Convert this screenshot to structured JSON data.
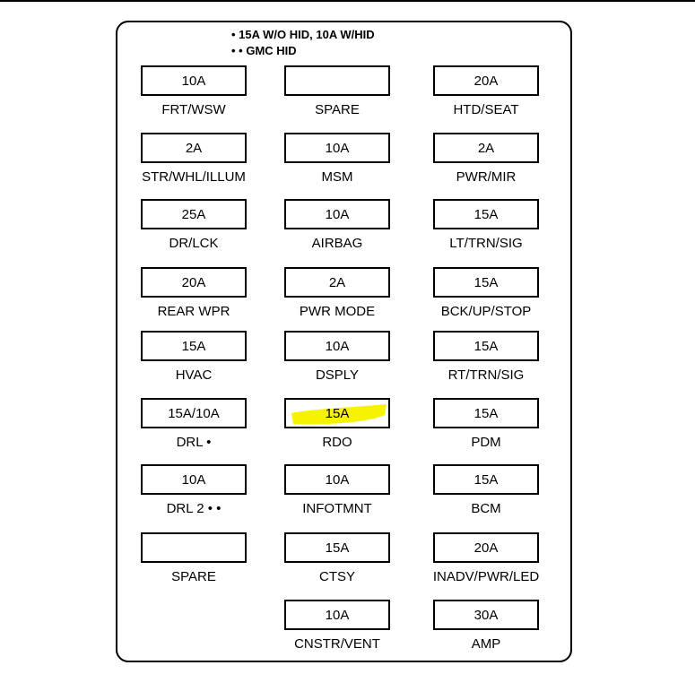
{
  "legend": {
    "note_1": "• 15A W/O HID, 10A W/HID",
    "note_2": "• • GMC HID"
  },
  "highlight_color": "#f7f300",
  "left_column": [
    {
      "rating": "10A",
      "label": "FRT/WSW"
    },
    {
      "rating": "2A",
      "label": "STR/WHL/ILLUM"
    },
    {
      "rating": "25A",
      "label": "DR/LCK"
    },
    {
      "rating": "20A",
      "label": "REAR WPR"
    },
    {
      "rating": "15A",
      "label": "HVAC"
    },
    {
      "rating": "15A/10A",
      "label": "DRL •"
    },
    {
      "rating": "10A",
      "label": "DRL 2 • •"
    },
    {
      "rating": "",
      "label": "SPARE"
    }
  ],
  "middle_column": [
    {
      "rating": "",
      "label": "SPARE"
    },
    {
      "rating": "10A",
      "label": "MSM"
    },
    {
      "rating": "10A",
      "label": "AIRBAG"
    },
    {
      "rating": "2A",
      "label": "PWR MODE"
    },
    {
      "rating": "10A",
      "label": "DSPLY"
    },
    {
      "rating": "15A",
      "label": "RDO",
      "highlighted": true
    },
    {
      "rating": "10A",
      "label": "INFOTMNT"
    },
    {
      "rating": "15A",
      "label": "CTSY"
    },
    {
      "rating": "10A",
      "label": "CNSTR/VENT"
    }
  ],
  "right_column": [
    {
      "rating": "20A",
      "label": "HTD/SEAT"
    },
    {
      "rating": "2A",
      "label": "PWR/MIR"
    },
    {
      "rating": "15A",
      "label": "LT/TRN/SIG"
    },
    {
      "rating": "15A",
      "label": "BCK/UP/STOP"
    },
    {
      "rating": "15A",
      "label": "RT/TRN/SIG"
    },
    {
      "rating": "15A",
      "label": "PDM"
    },
    {
      "rating": "15A",
      "label": "BCM"
    },
    {
      "rating": "20A",
      "label": "INADV/PWR/LED"
    },
    {
      "rating": "30A",
      "label": "AMP"
    }
  ]
}
